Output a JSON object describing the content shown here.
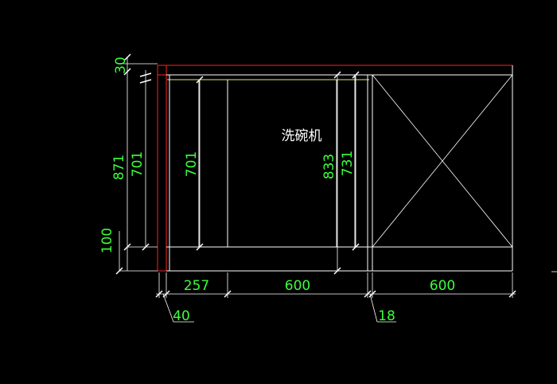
{
  "colors": {
    "background": "#000000",
    "line": "#ffffff",
    "dimension": "#3cff3c",
    "counter_top": "#ff2020",
    "accent_line": "#e6e67a"
  },
  "labels": {
    "appliance": "洗碗机"
  },
  "dimensions": {
    "top_gap": "30",
    "overall_height": "871",
    "left_height": "701",
    "inner_height": "701",
    "door_height": "833",
    "right_height": "731",
    "plinth": "100",
    "w_257": "257",
    "w_600_a": "600",
    "w_600_b": "600",
    "w_40": "40",
    "w_18": "18"
  }
}
